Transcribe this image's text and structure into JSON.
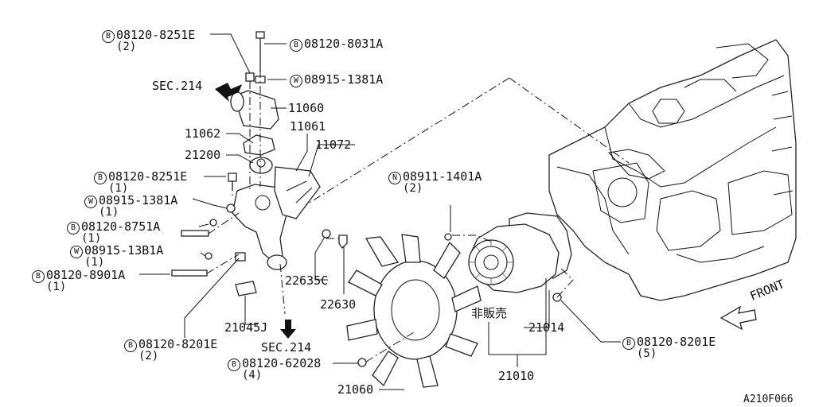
{
  "labels": {
    "bolt_top_left": {
      "badge": "B",
      "part": "08120-8251E",
      "qty": "(2)"
    },
    "bolt_top_right": {
      "badge": "B",
      "part": "08120-8031A"
    },
    "washer_top": {
      "badge": "W",
      "part": "08915-1381A"
    },
    "sec_top": "SEC.214",
    "p11060": "11060",
    "p11062": "11062",
    "p11061": "11061",
    "p21200": "21200",
    "p11072": "11072",
    "bolt_mid1": {
      "badge": "B",
      "part": "08120-8251E",
      "qty": "(1)"
    },
    "washer_mid1": {
      "badge": "W",
      "part": "08915-1381A",
      "qty": "(1)"
    },
    "bolt_mid2": {
      "badge": "B",
      "part": "08120-8751A",
      "qty": "(1)"
    },
    "washer_mid2": {
      "badge": "W",
      "part": "08915-13B1A",
      "qty": "(1)"
    },
    "bolt_mid3": {
      "badge": "B",
      "part": "08120-8901A",
      "qty": "(1)"
    },
    "nut_pump": {
      "badge": "N",
      "part": "08911-1401A",
      "qty": "(2)"
    },
    "p22635c": "22635C",
    "p22630": "22630",
    "p21045j": "21045J",
    "sec_bottom": "SEC.214",
    "bolt_bot_left": {
      "badge": "B",
      "part": "08120-8201E",
      "qty": "(2)"
    },
    "bolt_bot_mid": {
      "badge": "B",
      "part": "08120-62028",
      "qty": "(4)"
    },
    "not_for_sale": "非販売",
    "p21014": "21014",
    "p21010": "21010",
    "p21060": "21060",
    "bolt_bot_right": {
      "badge": "B",
      "part": "08120-8201E",
      "qty": "(5)"
    },
    "front": "FRONT",
    "figure_code": "A210F066"
  }
}
